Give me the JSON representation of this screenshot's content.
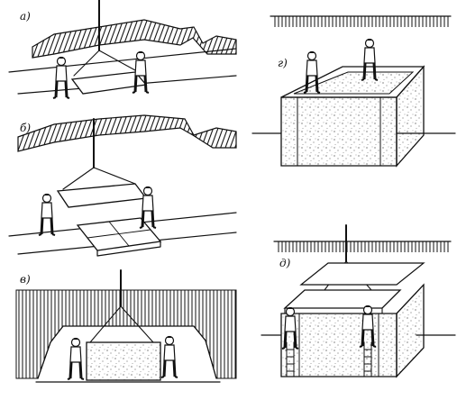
{
  "panels": {
    "a": {
      "label": "а)"
    },
    "b": {
      "label": "б)"
    },
    "v": {
      "label": "в)"
    },
    "g": {
      "label": "г)"
    },
    "d": {
      "label": "д)"
    }
  }
}
